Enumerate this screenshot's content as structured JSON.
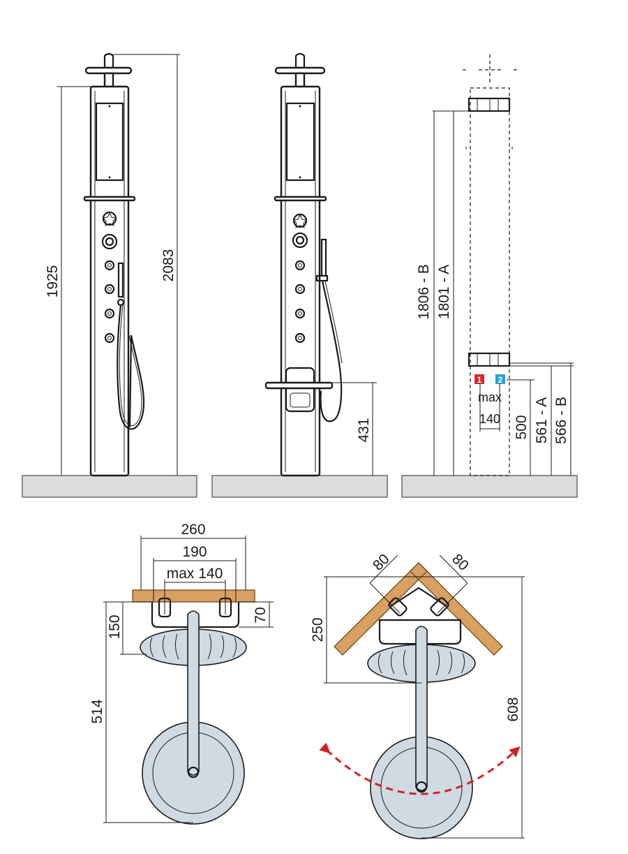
{
  "front_view": {
    "dim_total_height": "2083",
    "dim_panel_height": "1925"
  },
  "side_view": {
    "dim_shelf_height": "431"
  },
  "connection_view": {
    "dim_upper_b": "1806 - B",
    "dim_upper_a": "1801 - A",
    "dim_lower_a": "561 - A",
    "dim_lower_b": "566 - B",
    "dim_inlet": "500",
    "max_label": "max",
    "max_value": "140",
    "badge_hot": "1",
    "badge_cold": "2",
    "badge_hot_color": "#d7282f",
    "badge_cold_color": "#2aa0d4"
  },
  "plan_wall": {
    "dim_260": "260",
    "dim_190": "190",
    "dim_max140": "max 140",
    "dim_150": "150",
    "dim_70": "70",
    "dim_514": "514"
  },
  "plan_corner": {
    "dim_80_left": "80",
    "dim_80_right": "80",
    "dim_250": "250",
    "dim_608": "608",
    "arc_color": "#d32020",
    "wood_color": "#d9a062"
  }
}
